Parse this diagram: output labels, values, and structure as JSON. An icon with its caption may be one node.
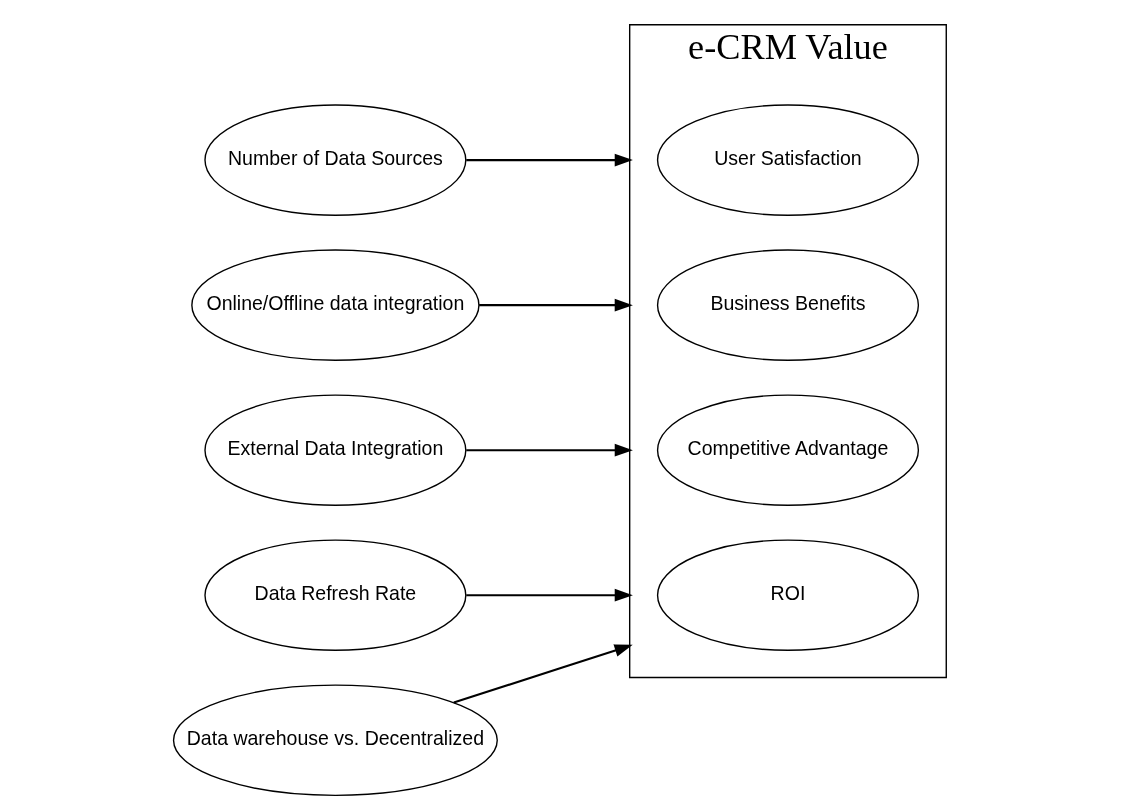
{
  "diagram": {
    "nodes": [
      {
        "text": [
          "Number of Data Sources"
        ]
      },
      {
        "text": [
          "Online/Offline data integration"
        ]
      },
      {
        "text": [
          "External Data Integration"
        ]
      },
      {
        "text": [
          "Data Refresh Rate"
        ]
      },
      {
        "text": [
          "Data warehouse vs. Decentralized"
        ]
      },
      {
        "text": [
          "e-CRM Value"
        ]
      },
      {
        "text": [
          "User Satisfaction"
        ],
        "in": 5
      },
      {
        "text": [
          "Business Benefits"
        ],
        "in": 5
      },
      {
        "text": [
          "Competitive Advantage"
        ],
        "in": 5
      },
      {
        "text": [
          "ROI"
        ],
        "in": 5
      }
    ],
    "edges": [
      {
        "from": 0,
        "to": 5,
        "arrow": "to"
      },
      {
        "from": 1,
        "to": 5,
        "arrow": "to"
      },
      {
        "from": 2,
        "to": 5,
        "arrow": "to"
      },
      {
        "from": 3,
        "to": 5,
        "arrow": "to"
      },
      {
        "from": 4,
        "to": 5,
        "arrow": "to"
      }
    ]
  }
}
